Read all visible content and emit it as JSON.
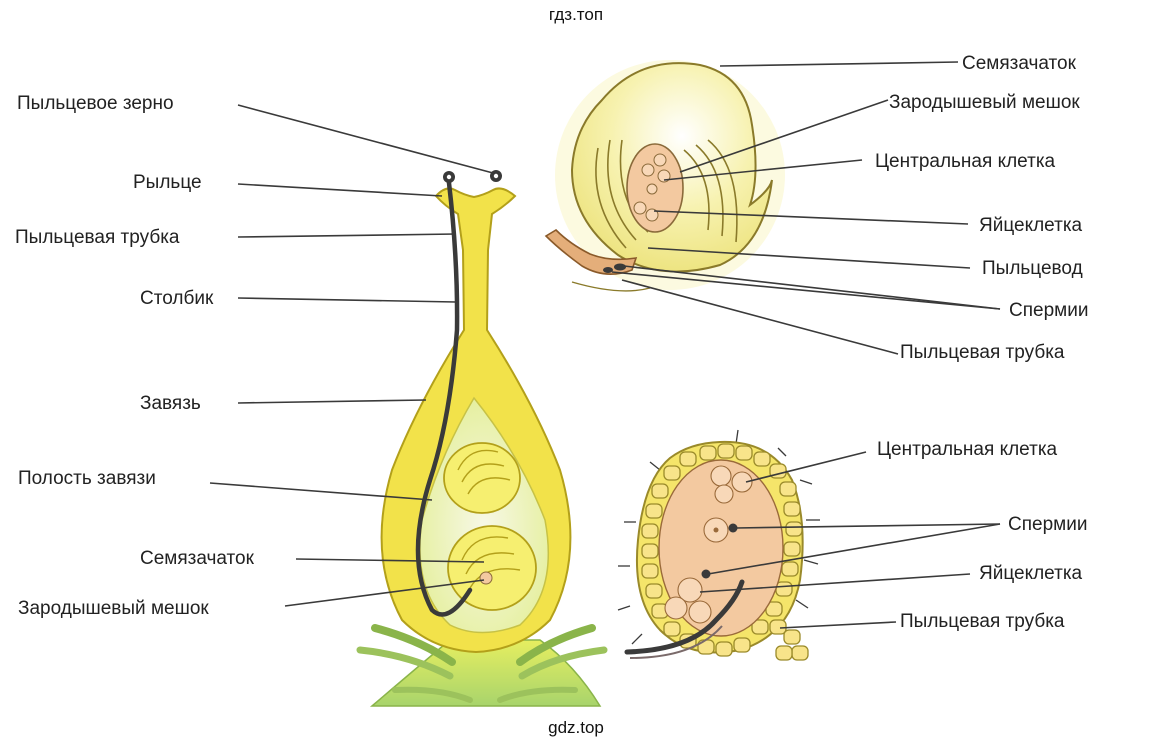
{
  "watermark_top": "гдз.топ",
  "watermark_bottom": "gdz.top",
  "colors": {
    "pistil_fill": "#f2e24a",
    "pistil_outline": "#b3a01a",
    "ovule_fill": "#f7f2a8",
    "sac_fill": "#f3c9a0",
    "cell_fill": "#f8e07a",
    "sepal_green": "#b6d98a",
    "tube": "#3a3a3a",
    "label_text": "#222222"
  },
  "left_figure": {
    "labels": {
      "pollen_grain": "Пыльцевое зерно",
      "stigma": "Рыльце",
      "pollen_tube": "Пыльцевая трубка",
      "style": "Столбик",
      "ovary": "Завязь",
      "ovary_cavity": "Полость завязи",
      "ovule": "Семязачаток",
      "embryo_sac": "Зародышевый мешок"
    }
  },
  "top_right_figure": {
    "labels": {
      "ovule": "Семязачаток",
      "embryo_sac": "Зародышевый мешок",
      "central_cell": "Центральная клетка",
      "egg_cell": "Яйцеклетка",
      "micropyle": "Пыльцевод",
      "sperm": "Спермии",
      "pollen_tube": "Пыльцевая трубка"
    }
  },
  "bottom_right_figure": {
    "labels": {
      "central_cell": "Центральная клетка",
      "sperm": "Спермии",
      "egg_cell": "Яйцеклетка",
      "pollen_tube": "Пыльцевая трубка"
    }
  }
}
